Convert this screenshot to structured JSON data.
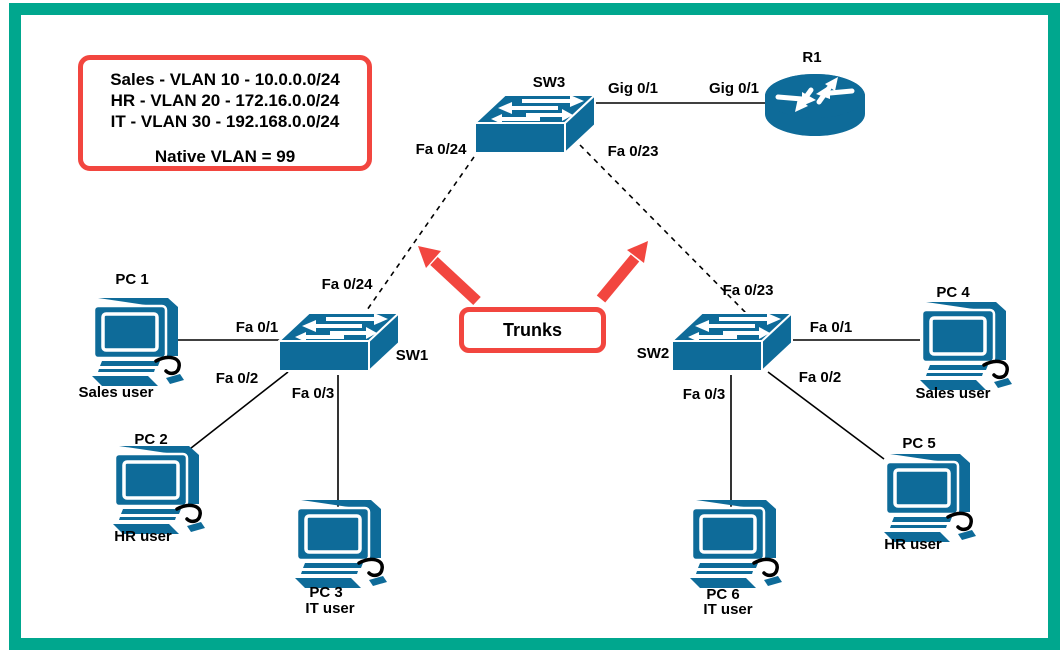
{
  "colors": {
    "frame": "#00A78E",
    "device": "#0E6B99",
    "accent": "#F2463F",
    "line": "#000000"
  },
  "legend": {
    "line1": "Sales - VLAN 10 - 10.0.0.0/24",
    "line2": "HR - VLAN 20 - 172.16.0.0/24",
    "line3": "IT - VLAN 30 - 192.168.0.0/24",
    "native": "Native VLAN = 99"
  },
  "trunks": {
    "label": "Trunks"
  },
  "nodes": {
    "sw1": "SW1",
    "sw2": "SW2",
    "sw3": "SW3",
    "r1": "R1",
    "pc1": "PC 1",
    "pc2": "PC 2",
    "pc3": "PC 3",
    "pc4": "PC 4",
    "pc5": "PC 5",
    "pc6": "PC 6",
    "pc1_user": "Sales user",
    "pc2_user": "HR user",
    "pc3_user": "IT user",
    "pc4_user": "Sales user",
    "pc5_user": "HR user",
    "pc6_user": "IT user"
  },
  "ports": {
    "sw3_gig": "Gig 0/1",
    "r1_gig": "Gig 0/1",
    "sw3_fa24": "Fa 0/24",
    "sw3_fa23": "Fa 0/23",
    "sw1_fa24": "Fa 0/24",
    "sw1_fa1": "Fa 0/1",
    "sw1_fa2": "Fa 0/2",
    "sw1_fa3": "Fa 0/3",
    "sw2_fa23": "Fa 0/23",
    "sw2_fa1": "Fa 0/1",
    "sw2_fa2": "Fa 0/2",
    "sw2_fa3": "Fa 0/3"
  }
}
